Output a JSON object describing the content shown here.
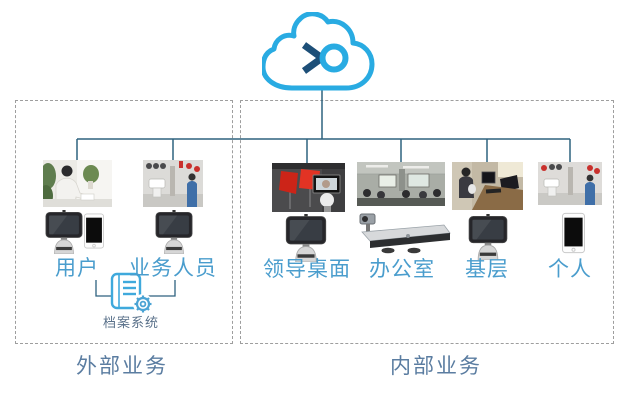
{
  "cloud": {
    "icon": "cloud-platform-logo",
    "stroke_color": "#29abe2",
    "arrow_color": "#1d4f78"
  },
  "groups": {
    "external": {
      "label": "外部业务",
      "items": [
        {
          "label": "用户",
          "devices": [
            "desktop-terminal",
            "smartphone"
          ],
          "photo": "service-counter-man"
        },
        {
          "label": "业务人员",
          "devices": [
            "desktop-terminal"
          ],
          "photo": "service-hall"
        }
      ],
      "subsystem": {
        "label": "档案系统",
        "icon": "document-gear-icon"
      }
    },
    "internal": {
      "label": "内部业务",
      "items": [
        {
          "label": "领导桌面",
          "devices": [
            "desktop-terminal"
          ],
          "photo": "office-red-flags-screen"
        },
        {
          "label": "办公室",
          "devices": [
            "video-conference-system"
          ],
          "photo": "meeting-room"
        },
        {
          "label": "基层",
          "devices": [
            "desktop-terminal"
          ],
          "photo": "branch-office-desk"
        },
        {
          "label": "个人",
          "devices": [
            "smartphone"
          ],
          "photo": "service-hall-person"
        }
      ]
    }
  },
  "colors": {
    "cloud_blue": "#29abe2",
    "logo_arrow": "#1d4f78",
    "connector_line": "#2e627f",
    "item_label": "#4a9dcd",
    "group_label": "#5b7da1",
    "subsystem_label": "#5a718a",
    "dashed_border": "#9e9e9e",
    "archive_icon_blue": "#3fa9dc"
  }
}
